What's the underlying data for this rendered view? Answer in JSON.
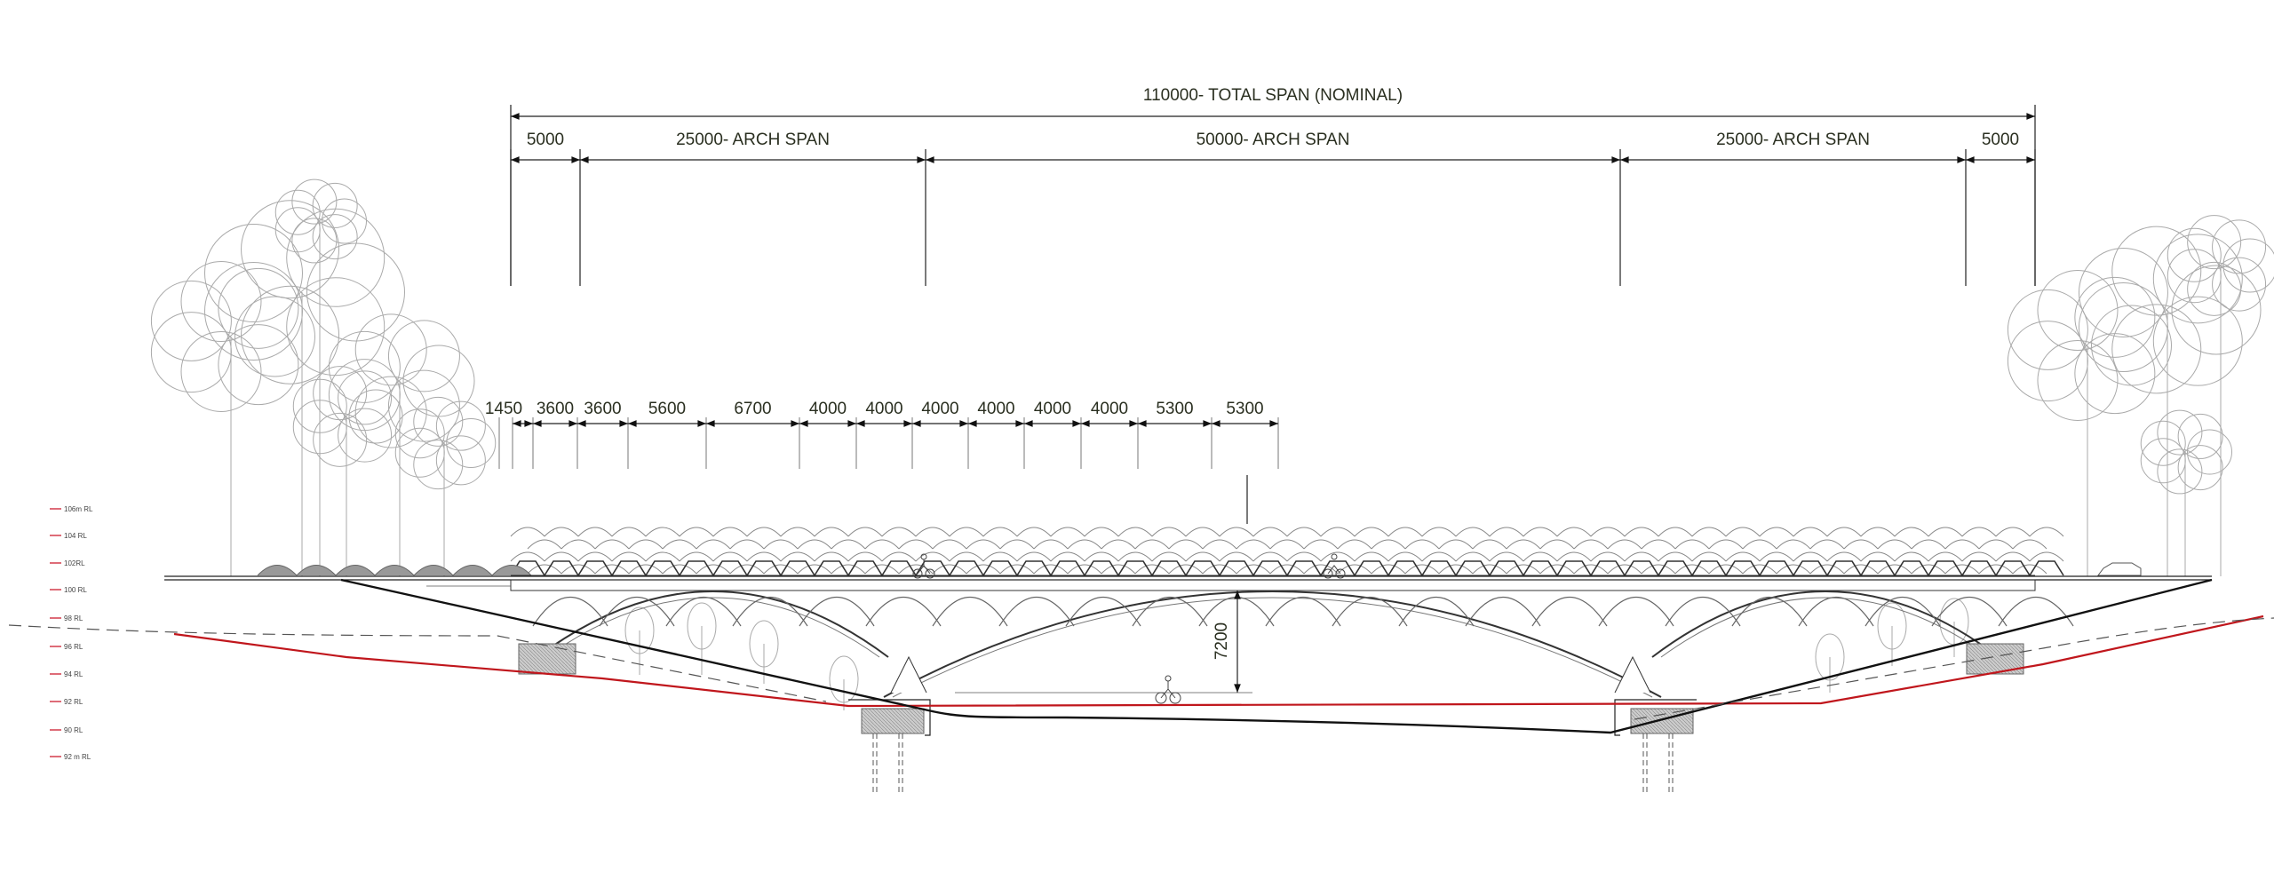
{
  "drawing": {
    "total_span": "110000- TOTAL SPAN (NOMINAL)",
    "spans": [
      "5000",
      "25000- ARCH SPAN",
      "50000- ARCH  SPAN",
      "25000- ARCH SPAN",
      "5000"
    ],
    "module_dims": [
      "1450",
      "3600",
      "3600",
      "5600",
      "6700",
      "4000",
      "4000",
      "4000",
      "4000",
      "4000",
      "4000",
      "5300",
      "5300"
    ],
    "clearance": "7200",
    "levels": [
      "106m RL",
      "104 RL",
      "102RL",
      "100 RL",
      "98 RL",
      "96 RL",
      "94 RL",
      "92 RL",
      "90 RL",
      "92 m RL"
    ]
  },
  "colors": {
    "flood_line": "#c0161c",
    "ground_line": "#111111",
    "dimension_text": "#2a2f20"
  }
}
